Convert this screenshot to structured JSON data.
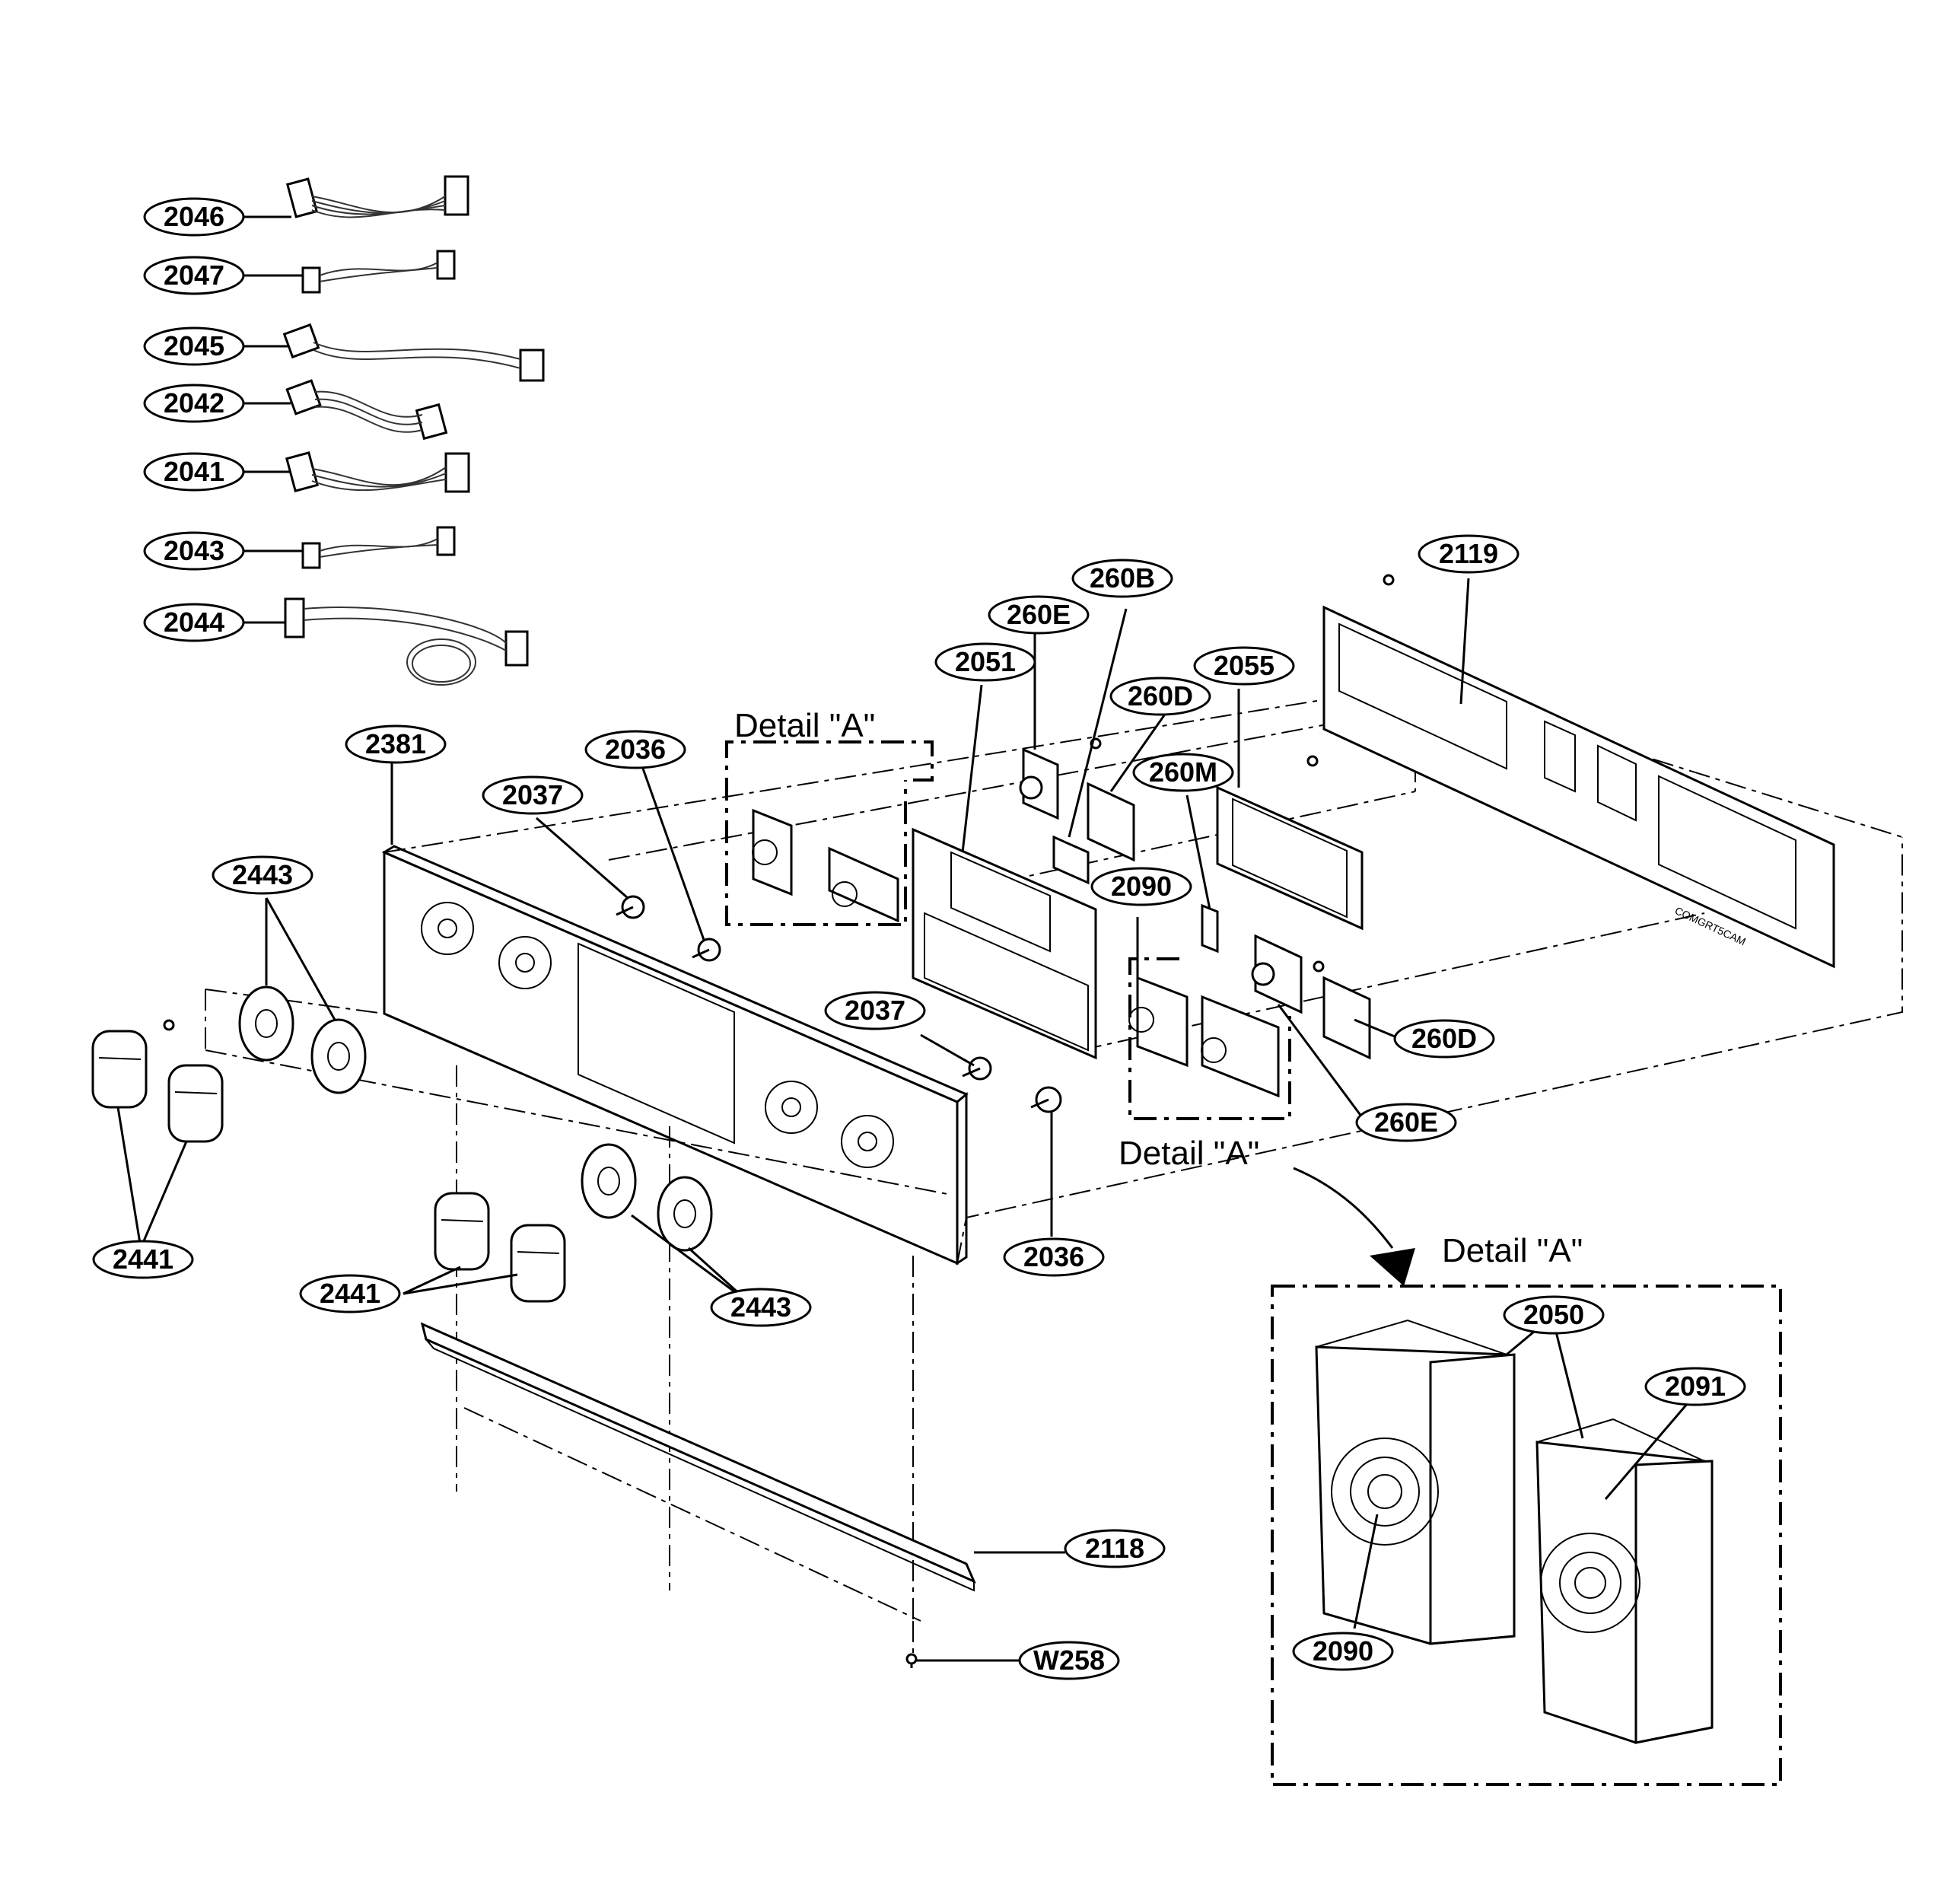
{
  "callouts": {
    "c2046": "2046",
    "c2047": "2047",
    "c2045": "2045",
    "c2042": "2042",
    "c2041": "2041",
    "c2043": "2043",
    "c2044": "2044",
    "c2381": "2381",
    "c2036a": "2036",
    "c2037a": "2037",
    "c2443a": "2443",
    "c2051": "2051",
    "c260Ea": "260E",
    "c260B": "260B",
    "c260Da": "260D",
    "c2055": "2055",
    "c2119": "2119",
    "c260M": "260M",
    "c2090a": "2090",
    "c2037b": "2037",
    "c260Db": "260D",
    "c260Eb": "260E",
    "c2036b": "2036",
    "c2441a": "2441",
    "c2441b": "2441",
    "c2443b": "2443",
    "c2050": "2050",
    "c2091": "2091",
    "c2090b": "2090",
    "c2118": "2118",
    "cW258": "W258"
  },
  "detail_labels": {
    "top": "Detail \"A\"",
    "middle": "Detail \"A\"",
    "inset": "Detail \"A\""
  }
}
